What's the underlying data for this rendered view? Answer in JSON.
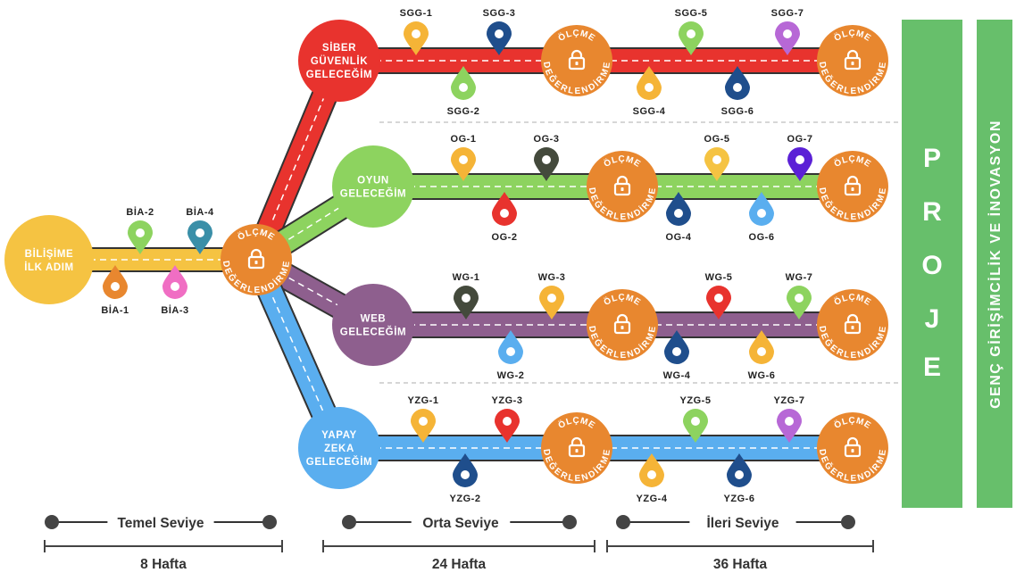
{
  "start": {
    "line1": "BİLİŞİME",
    "line2": "İLK ADIM"
  },
  "assessment": {
    "top": "ÖLÇME",
    "bottom": "DEĞERLENDİRME"
  },
  "start_pins": [
    "BİA-1",
    "BİA-2",
    "BİA-3",
    "BİA-4"
  ],
  "tracks": [
    {
      "lines": [
        "SİBER",
        "GÜVENLİK",
        "GELECEĞİM"
      ],
      "color": "#e8332e",
      "pins": [
        "SGG-1",
        "SGG-2",
        "SGG-3",
        "SGG-4",
        "SGG-5",
        "SGG-6",
        "SGG-7"
      ]
    },
    {
      "lines": [
        "OYUN",
        "GELECEĞİM"
      ],
      "color": "#8dd35f",
      "pins": [
        "OG-1",
        "OG-2",
        "OG-3",
        "OG-4",
        "OG-5",
        "OG-6",
        "OG-7"
      ]
    },
    {
      "lines": [
        "WEB",
        "GELECEĞİM"
      ],
      "color": "#8e5f8e",
      "pins": [
        "WG-1",
        "WG-2",
        "WG-3",
        "WG-4",
        "WG-5",
        "WG-6",
        "WG-7"
      ]
    },
    {
      "lines": [
        "YAPAY",
        "ZEKA",
        "GELECEĞİM"
      ],
      "color": "#5aaeef",
      "pins": [
        "YZG-1",
        "YZG-2",
        "YZG-3",
        "YZG-4",
        "YZG-5",
        "YZG-6",
        "YZG-7"
      ]
    }
  ],
  "proje": {
    "letters": [
      "P",
      "R",
      "O",
      "J",
      "E"
    ]
  },
  "vertical_label": "GENÇ GİRİŞİMCİLİK VE İNOVASYON",
  "levels": [
    {
      "label": "Temel Seviye",
      "weeks": "8 Hafta"
    },
    {
      "label": "Orta Seviye",
      "weeks": "24 Hafta"
    },
    {
      "label": "İleri Seviye",
      "weeks": "36 Hafta"
    }
  ],
  "colors": {
    "start": "#f5c342",
    "assessment": "#e8872f",
    "proje": "#67bf6b",
    "separator": "#bdbdbd"
  }
}
